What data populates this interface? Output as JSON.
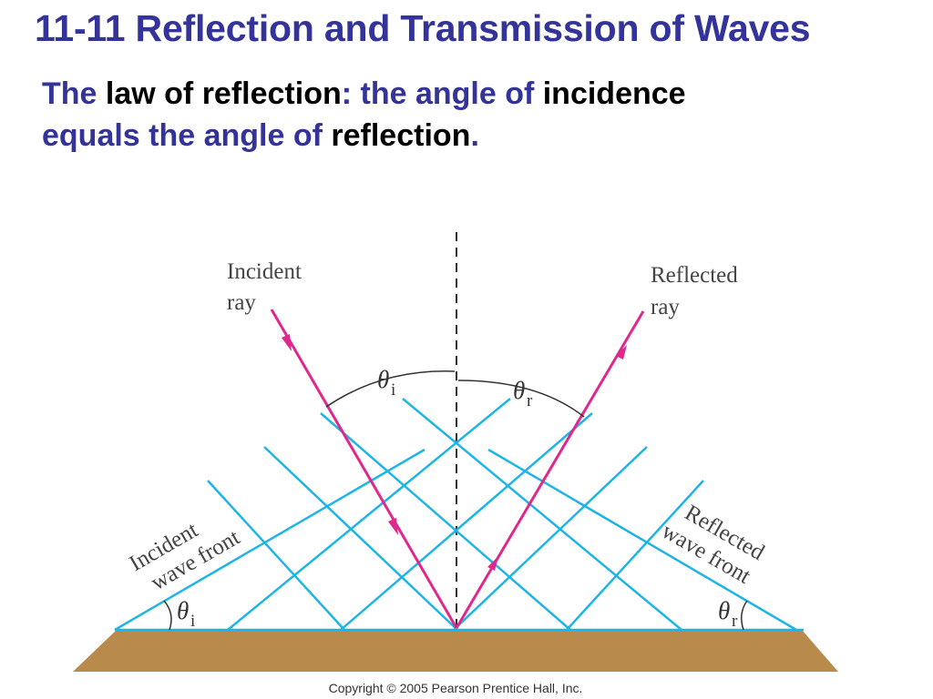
{
  "slide": {
    "title": "11-11 Reflection and Transmission of Waves",
    "statement": {
      "line1": [
        {
          "text": "The ",
          "color": "blue"
        },
        {
          "text": "law of reflection",
          "color": "black"
        },
        {
          "text": ": the angle of ",
          "color": "blue"
        },
        {
          "text": "incidence",
          "color": "black"
        }
      ],
      "line2": [
        {
          "text": "equals the angle of ",
          "color": "blue"
        },
        {
          "text": "reflection",
          "color": "black"
        },
        {
          "text": ".",
          "color": "blue"
        }
      ]
    }
  },
  "diagram": {
    "labels": {
      "incident_ray_1": "Incident",
      "incident_ray_2": "ray",
      "reflected_ray_1": "Reflected",
      "reflected_ray_2": "ray",
      "incident_front_1": "Incident",
      "incident_front_2": "wave front",
      "reflected_front_1": "Reflected",
      "reflected_front_2": "wave front",
      "theta": "θ",
      "sub_i": "i",
      "sub_r": "r"
    },
    "copyright": "Copyright © 2005 Pearson Prentice Hall, Inc.",
    "colors": {
      "title": "#333399",
      "ray": "#e0288c",
      "wave_front": "#1fb4e6",
      "surface": "#b88a4c",
      "normal": "#333333"
    }
  }
}
